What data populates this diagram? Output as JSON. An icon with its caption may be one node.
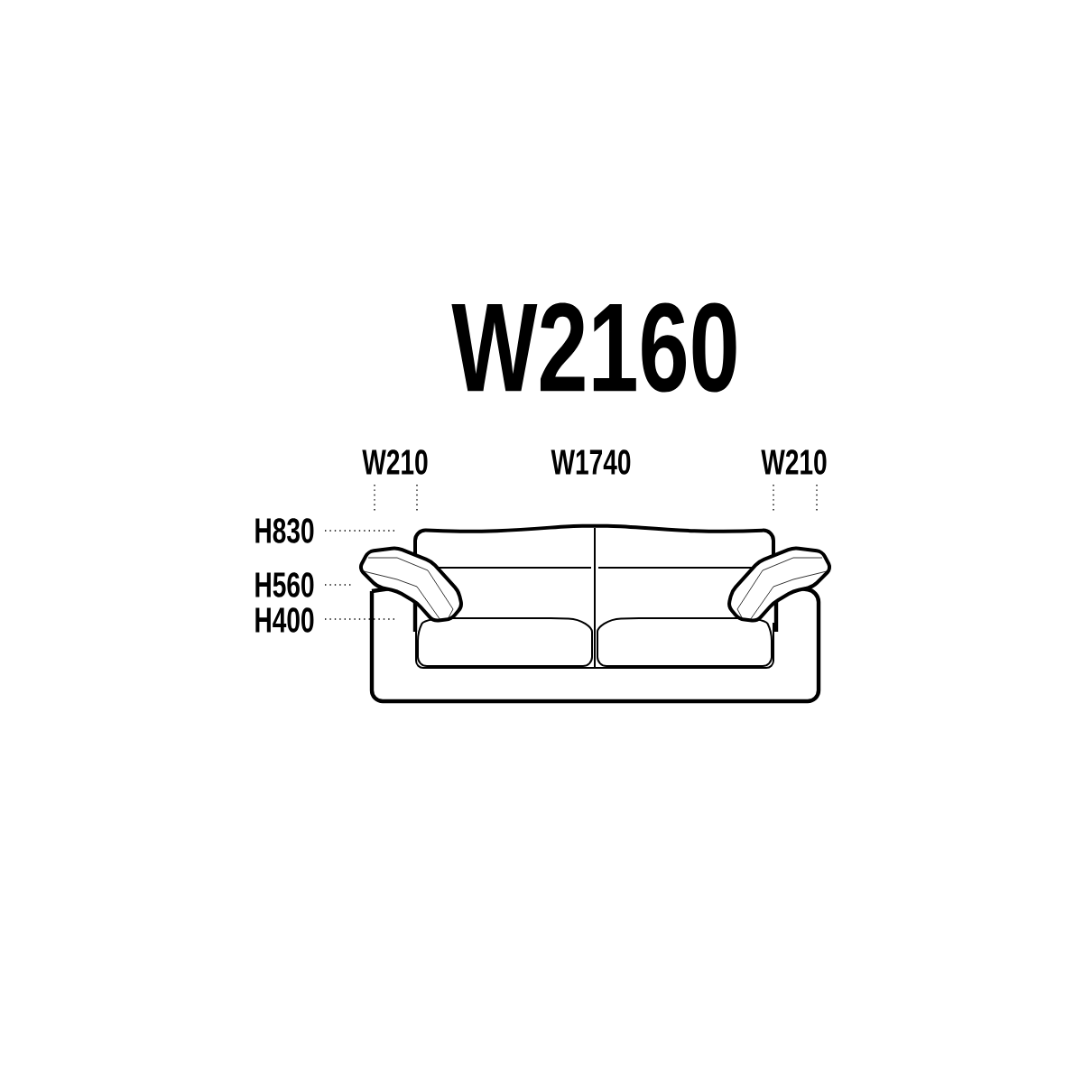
{
  "diagram": {
    "labels": [
      "W2160",
      "W210",
      "W1740",
      "W210",
      "H830",
      "H560",
      "H400"
    ]
  }
}
